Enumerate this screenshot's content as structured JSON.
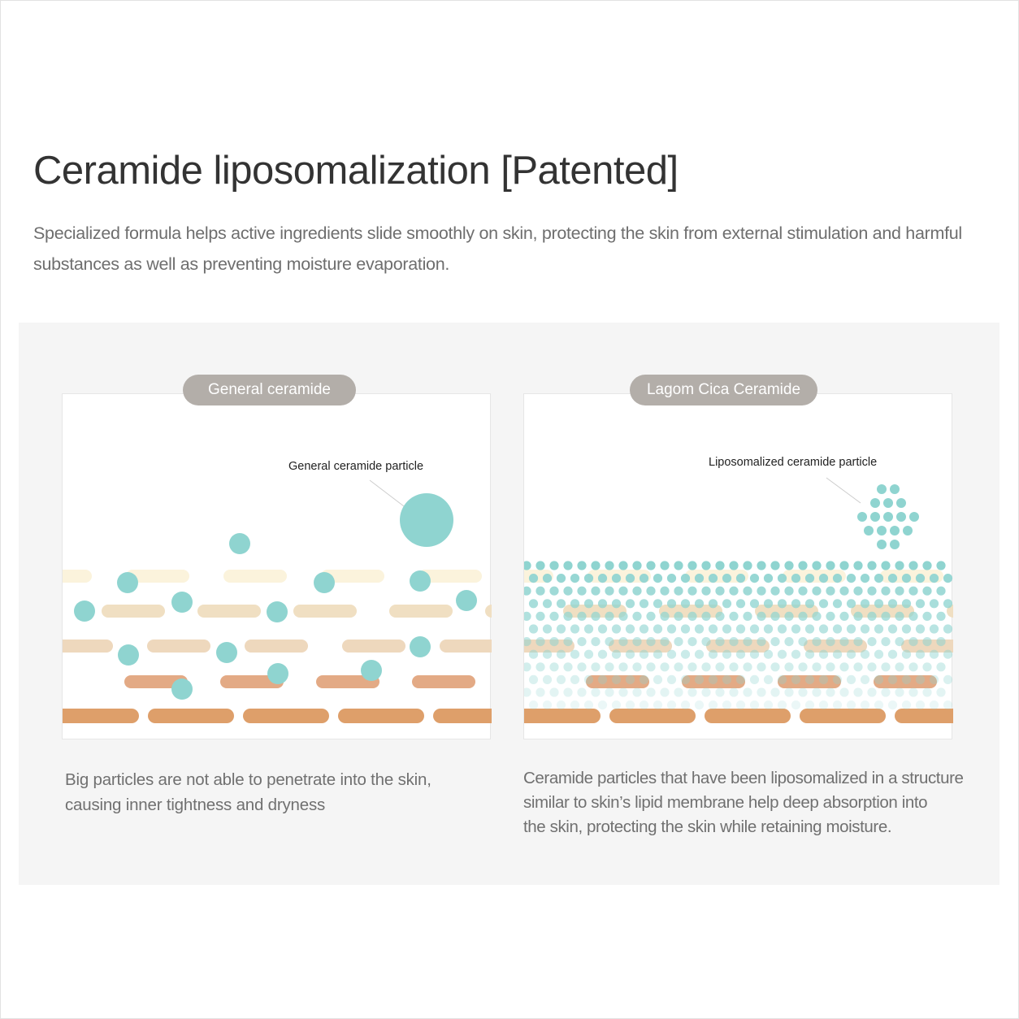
{
  "header": {
    "title": "Ceramide liposomalization [Patented]",
    "description": "Specialized formula helps active ingredients slide smoothly on skin, protecting the skin from external stimulation and harmful substances as well as preventing moisture evaporation."
  },
  "comparison": {
    "left": {
      "label": "General ceramide",
      "particle_label": "General ceramide particle",
      "caption_line1": "Big particles are not able to penetrate into the skin,",
      "caption_line2": "causing inner tightness and dryness"
    },
    "right": {
      "label": "Lagom Cica Ceramide",
      "particle_label": "Liposomalized ceramide particle",
      "caption_line1": "Ceramide particles that have been liposomalized in a structure",
      "caption_line2": "similar to skin’s lipid membrane help deep absorption into",
      "caption_line3": "the skin, protecting the skin while retaining moisture."
    }
  },
  "colors": {
    "particle": "#8fd4d0",
    "layer1": "#fbf3dc",
    "layer2": "#f0dfc2",
    "layer3": "#eed8bd",
    "layer4": "#e3aa85",
    "layer5": "#de9f6a",
    "pill_bg": "#b3aea9",
    "panel_bg": "#f5f5f5"
  }
}
